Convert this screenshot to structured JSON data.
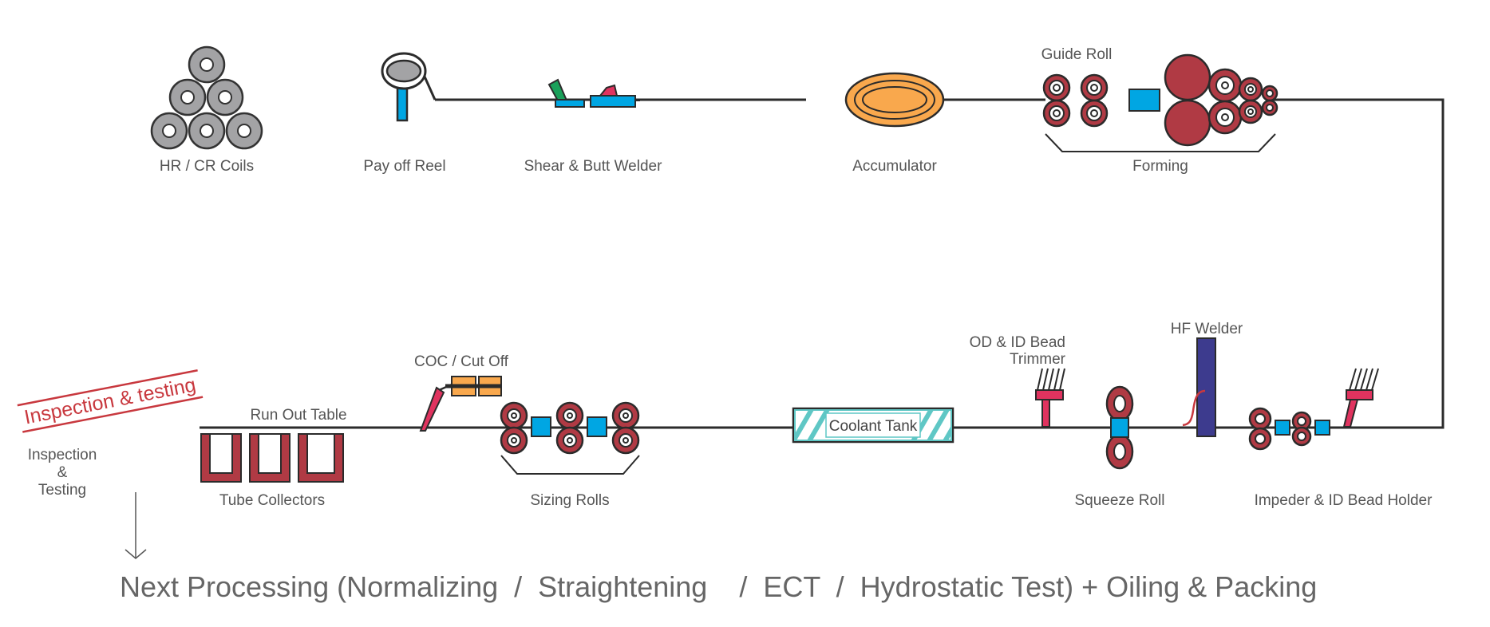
{
  "diagram": {
    "labels": {
      "coils": "HR / CR Coils",
      "payoff": "Pay off Reel",
      "shear": "Shear & Butt Welder",
      "accumulator": "Accumulator",
      "guide_roll": "Guide Roll",
      "forming": "Forming",
      "runout": "Run Out Table",
      "coc": "COC / Cut Off",
      "coolant": "Coolant Tank",
      "trimmer_line1": "OD & ID Bead",
      "trimmer_line2": "Trimmer",
      "hf_welder": "HF Welder",
      "tube_collectors": "Tube Collectors",
      "sizing": "Sizing Rolls",
      "squeeze": "Squeeze Roll",
      "impeder": "Impeder & ID Bead Holder",
      "inspection_banner": "Inspection & testing",
      "inspection_line1": "Inspection",
      "inspection_line2": "&",
      "inspection_line3": "Testing",
      "next_processing": "Next Processing (Normalizing  /  Straightening    /  ECT  /  Hydrostatic Test) + Oiling & Packing"
    },
    "colors": {
      "line": "#2b2b2b",
      "roll_red": "#b03a44",
      "cyan": "#00a6e3",
      "orange": "#f9a84d",
      "navy": "#3d3b8e",
      "coil_gray": "#a3a3a5",
      "inspection_red": "#c8383e",
      "teal": "#5fc7c5",
      "green": "#1aa05a",
      "pink": "#e0335f"
    }
  }
}
